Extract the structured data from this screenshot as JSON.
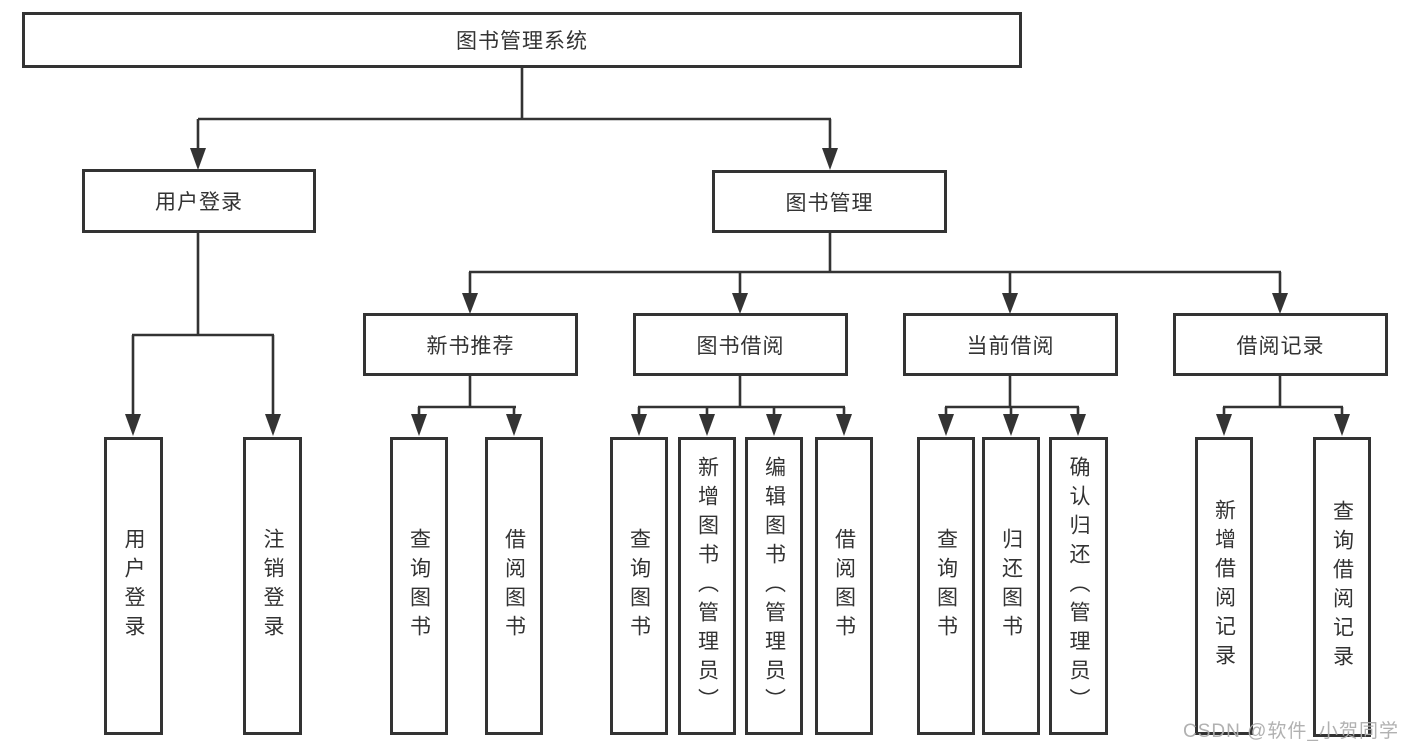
{
  "diagram": {
    "title": "图书管理系统",
    "root": {
      "label": "图书管理系统"
    },
    "level1": [
      {
        "id": "user-login",
        "label": "用户登录"
      },
      {
        "id": "book-management",
        "label": "图书管理"
      }
    ],
    "level2": [
      {
        "id": "new-book-recommend",
        "label": "新书推荐"
      },
      {
        "id": "book-borrow",
        "label": "图书借阅"
      },
      {
        "id": "current-borrow",
        "label": "当前借阅"
      },
      {
        "id": "borrow-record",
        "label": "借阅记录"
      }
    ],
    "leaves": {
      "user_login": [
        {
          "label": "用户登录"
        },
        {
          "label": "注销登录"
        }
      ],
      "new_book": [
        {
          "label": "查询图书"
        },
        {
          "label": "借阅图书"
        }
      ],
      "book_borrow": [
        {
          "label": "查询图书"
        },
        {
          "label": "新增图书（管理员）"
        },
        {
          "label": "编辑图书（管理员）"
        },
        {
          "label": "借阅图书"
        }
      ],
      "current_borrow": [
        {
          "label": "查询图书"
        },
        {
          "label": "归还图书"
        },
        {
          "label": "确认归还（管理员）"
        }
      ],
      "borrow_record": [
        {
          "label": "新增借阅记录"
        },
        {
          "label": "查询借阅记录"
        }
      ]
    },
    "watermark": "CSDN @软件_小贺同学",
    "colors": {
      "line": "#333333",
      "border": "#333333",
      "text": "#333333",
      "background": "#ffffff",
      "watermark": "#adadad"
    }
  }
}
